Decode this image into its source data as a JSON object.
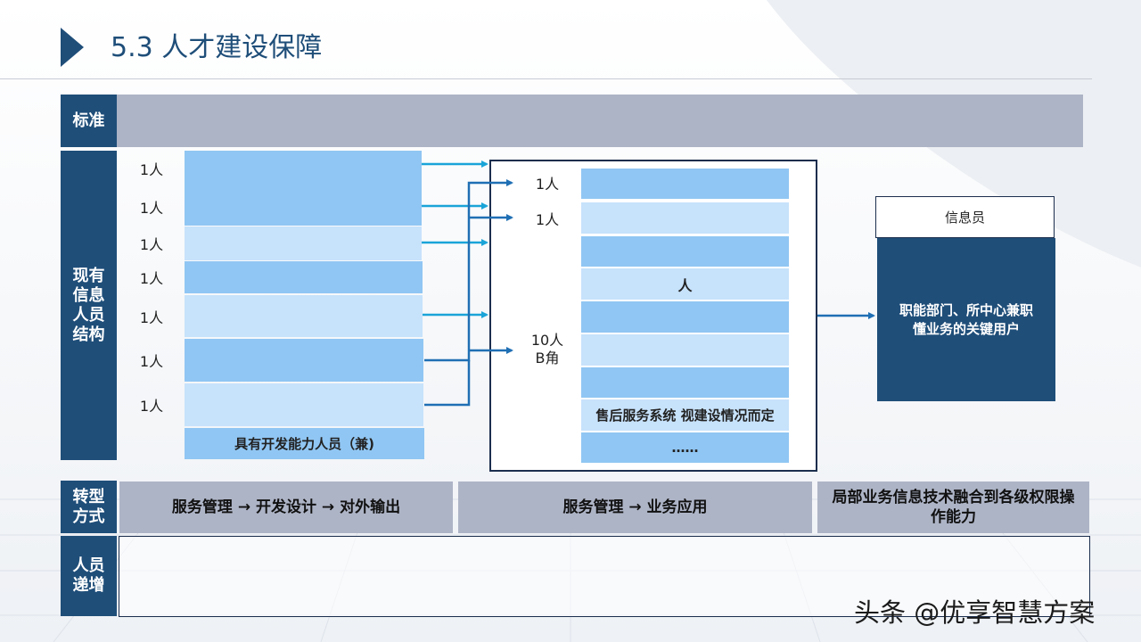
{
  "page_title": "5.3 人才建设保障",
  "rows": {
    "standard": "标准",
    "current_structure": "现有信息人员结构",
    "transformation": "转型方式",
    "staff_increase": "人员递增"
  },
  "left_counts": [
    "1人",
    "1人",
    "1人",
    "1人",
    "1人",
    "1人",
    "1人"
  ],
  "left_footer": "具有开发能力人员（兼)",
  "middle": {
    "counts": [
      "1人",
      "1人",
      "10人"
    ],
    "count_sub": "B角",
    "person_label": "人",
    "after_sales": "售后服务系统 视建设情况而定",
    "ellipsis": "……"
  },
  "right": {
    "info_officer": "信息员",
    "key_users": "职能部门、所中心兼职懂业务的关键用户"
  },
  "transformation_paths": [
    "服务管理 → 开发设计 → 对外输出",
    "服务管理 → 业务应用",
    "局部业务信息技术融合到各级权限操作能力"
  ],
  "watermark": "头条 @优享智慧方案",
  "colors": {
    "navy": "#1f4e79",
    "gray": "#adb4c6",
    "blue_mid": "#90c6f3",
    "blue_light": "#c7e2fb",
    "arrow_cyan": "#1aa4d8",
    "arrow_blue": "#1f6fb4"
  }
}
